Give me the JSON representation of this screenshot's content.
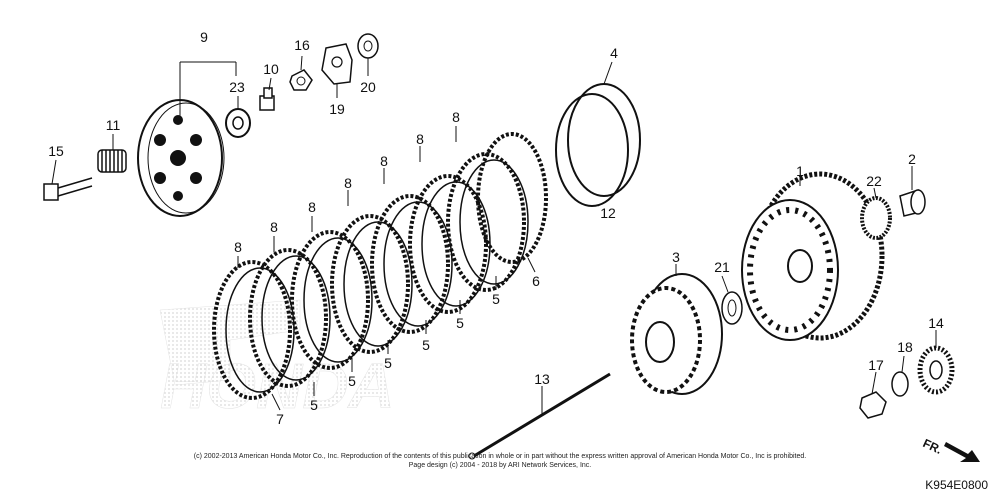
{
  "callouts": [
    "1",
    "2",
    "3",
    "4",
    "5",
    "6",
    "7",
    "8",
    "9",
    "10",
    "11",
    "12",
    "13",
    "14",
    "15",
    "16",
    "17",
    "18",
    "19",
    "20",
    "21",
    "22",
    "23"
  ],
  "front_marker": "FR.",
  "watermark": "HONDA",
  "footer": {
    "copyright": "(c) 2002-2013 American Honda Motor Co., Inc. Reproduction of the contents of this publication in whole or in part without the express written approval of American Honda Motor Co., Inc is prohibited.",
    "design": "Page design (c) 2004 - 2018 by ARI Network Services, Inc."
  },
  "diagram_code": "K954E0800"
}
